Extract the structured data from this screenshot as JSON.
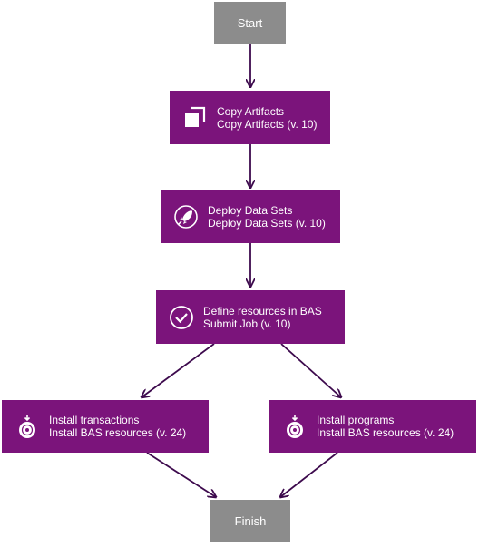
{
  "nodes": {
    "start": {
      "label": "Start"
    },
    "copy": {
      "title": "Copy Artifacts",
      "subtitle": "Copy Artifacts (v. 10)",
      "icon": "copy-icon"
    },
    "deploy": {
      "title": "Deploy Data Sets",
      "subtitle": "Deploy Data Sets (v. 10)",
      "icon": "rocket-icon"
    },
    "define": {
      "title": "Define resources in BAS",
      "subtitle": "Submit Job (v. 10)",
      "icon": "checkmark-circle-icon"
    },
    "trans": {
      "title": "Install transactions",
      "subtitle": "Install BAS resources (v. 24)",
      "icon": "install-disc-icon"
    },
    "progs": {
      "title": "Install programs",
      "subtitle": "Install BAS resources (v. 24)",
      "icon": "install-disc-icon"
    },
    "finish": {
      "label": "Finish"
    }
  },
  "colors": {
    "step": "#7b147b",
    "terminal": "#8c8c8c",
    "edge": "#3d0a4d"
  }
}
